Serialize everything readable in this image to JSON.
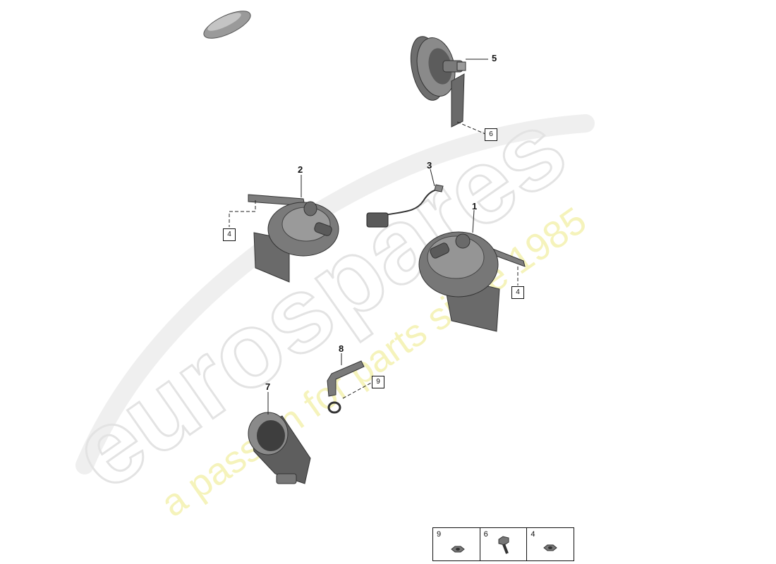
{
  "watermark": {
    "brand": "eurospares",
    "tagline": "a passion for parts since 1985",
    "brand_color": "#e6e6e6",
    "tagline_color": "#f4f1b0"
  },
  "callouts": {
    "p1": "1",
    "p2": "2",
    "p3": "3",
    "p5": "5",
    "p7": "7",
    "p8": "8"
  },
  "refs": {
    "r6": "6",
    "r4_left": "4",
    "r4_right": "4",
    "r9": "9"
  },
  "legend": {
    "cells": [
      {
        "number": "9",
        "icon": "nut-icon"
      },
      {
        "number": "6",
        "icon": "bolt-icon"
      },
      {
        "number": "4",
        "icon": "nut-icon"
      }
    ]
  }
}
